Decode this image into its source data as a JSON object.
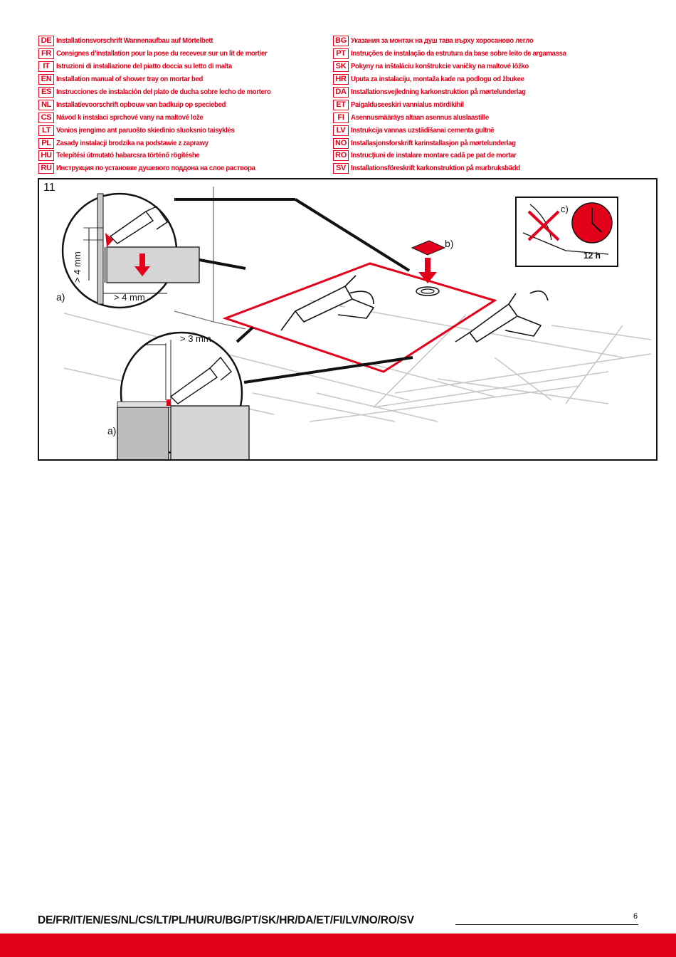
{
  "instructions_left": [
    {
      "code": "DE",
      "text": "Installationsvorschrift Wannenaufbau auf Mörtelbett"
    },
    {
      "code": "FR",
      "text": "Consignes d’installation pour la pose du receveur sur un lit de mortier"
    },
    {
      "code": "IT",
      "text": "Istruzioni di installazione del piatto doccia su letto di malta"
    },
    {
      "code": "EN",
      "text": "Installation  manual of shower tray on mortar bed"
    },
    {
      "code": "ES",
      "text": "Instrucciones de instalación del plato de ducha sobre lecho de mortero"
    },
    {
      "code": "NL",
      "text": "Installatievoorschrift opbouw van badkuip op speciebed"
    },
    {
      "code": "CS",
      "text": "Návod k instalaci sprchové vany na maltové lože"
    },
    {
      "code": "LT",
      "text": "Vonios įrengimo ant paruošto skiedinio sluoksnio taisyklės"
    },
    {
      "code": "PL",
      "text": "Zasady instalacji brodzika na podstawie z zaprawy"
    },
    {
      "code": "HU",
      "text": "Telepítési útmutató habarcsra történő rögítéshe"
    },
    {
      "code": "RU",
      "text": "Инструкция по установке душевого поддона на слое раствора"
    }
  ],
  "instructions_right": [
    {
      "code": "BG",
      "text": "Указания за монтаж на душ тава върху хоросаново легло"
    },
    {
      "code": "PT",
      "text": "Instruções de instalação da estrutura da base sobre leito de argamassa"
    },
    {
      "code": "SK",
      "text": "Pokyny na inštaláciu konštrukcie vaničky na maltové lôžko"
    },
    {
      "code": "HR",
      "text": "Uputa za instalaciju, montaža kade na podlogu od žbukee"
    },
    {
      "code": "DA",
      "text": "Installationsvejledning karkonstruktion på mørtelunderlag"
    },
    {
      "code": "ET",
      "text": "Paigalduseeskiri vannialus mördikihil"
    },
    {
      "code": "FI",
      "text": "Asennusmääräys altaan asennus aluslaastille"
    },
    {
      "code": "LV",
      "text": "Instrukcija vannas uzstādīšanai cementa gultnē"
    },
    {
      "code": "NO",
      "text": "Installasjonsforskrift karinstallasjon på mørtelunderlag"
    },
    {
      "code": "RO",
      "text": "Instrucțiuni de instalare montare cadă pe pat de mortar"
    },
    {
      "code": "SV",
      "text": "Installationsföreskrift karkonstruktion på murbruksbädd"
    }
  ],
  "figure": {
    "number": "11",
    "label_a_top": "a)",
    "label_a_bottom": "a)",
    "label_b": "b)",
    "label_c": "c)",
    "dim_vertical": "> 4 mm",
    "dim_horizontal": "> 4 mm",
    "dim_gap": "> 3 mm",
    "cure_time": "12 h"
  },
  "footer": {
    "languages": "DE/FR/IT/EN/ES/NL/CS/LT/PL/HU/RU/BG/PT/SK/HR/DA/ET/FI/LV/NO/RO/SV",
    "page_number": "6"
  },
  "colors": {
    "brand_red": "#e2001a",
    "ink": "#111111",
    "gray": "#cfcfcf"
  }
}
